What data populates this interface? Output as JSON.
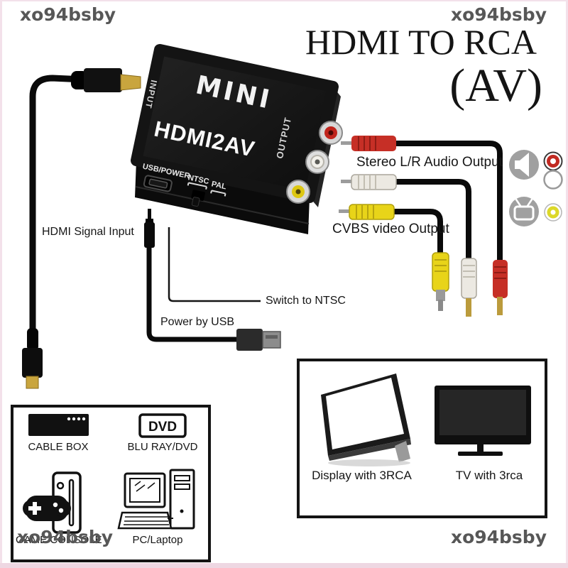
{
  "watermark": "xo94bsby",
  "title": {
    "line1": "HDMI TO RCA",
    "line2": "(AV)"
  },
  "device": {
    "brand": "MINI",
    "model": "HDMI2AV",
    "input_label": "INPUT",
    "output_label": "OUTPUT",
    "front": {
      "usb_power": "USB/POWER",
      "ntsc": "NTSC",
      "pal": "PAL"
    }
  },
  "annotations": {
    "audio_output": "Stereo L/R Audio Output",
    "video_output": "CVBS video Output",
    "hdmi_input": "HDMI Signal Input",
    "ntsc_switch": "Switch to NTSC",
    "usb_power": "Power by USB"
  },
  "sources_panel": {
    "items": [
      {
        "label": "CABLE BOX"
      },
      {
        "label": "BLU RAY/DVD",
        "badge": "DVD"
      },
      {
        "label": "GAME CONSOLE"
      },
      {
        "label": "PC/Laptop"
      }
    ]
  },
  "displays_panel": {
    "items": [
      {
        "label": "Display with 3RCA"
      },
      {
        "label": "TV with 3rca"
      }
    ]
  },
  "colors": {
    "rca_red": "#c62f26",
    "rca_white": "#ece9e2",
    "rca_yellow": "#e8d419",
    "cable_black": "#0a0a0a",
    "icon_gray": "#a0a0a0",
    "border_pink": "#f3e1ea"
  }
}
